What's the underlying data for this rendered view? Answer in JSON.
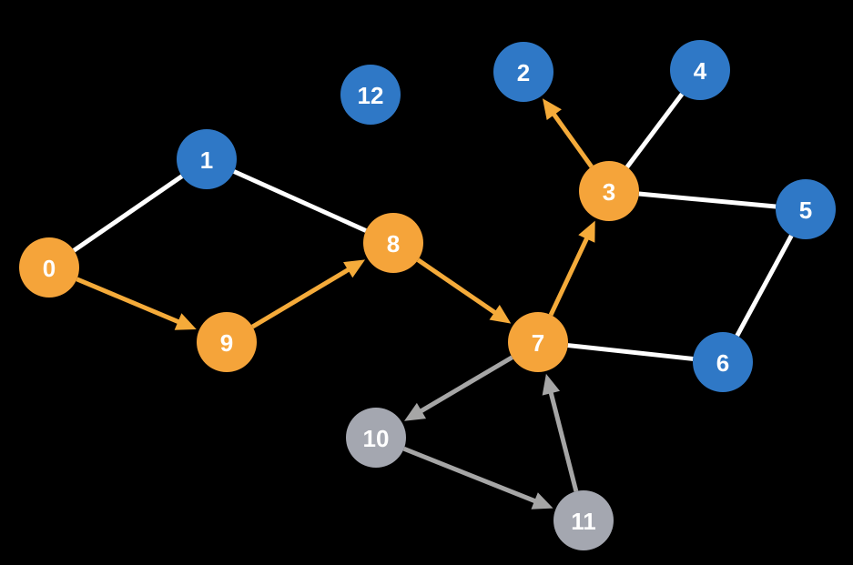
{
  "colors": {
    "background": "#000000",
    "node_blue": "#2f78c6",
    "node_orange": "#f5a43a",
    "node_gray": "#a4a7b0",
    "edge_white": "#ffffff",
    "edge_orange": "#f5ab3a",
    "edge_gray": "#a6a6a6",
    "label": "#ffffff"
  },
  "nodes": [
    {
      "id": "0",
      "label": "0",
      "color": "orange"
    },
    {
      "id": "1",
      "label": "1",
      "color": "blue"
    },
    {
      "id": "2",
      "label": "2",
      "color": "blue"
    },
    {
      "id": "3",
      "label": "3",
      "color": "orange"
    },
    {
      "id": "4",
      "label": "4",
      "color": "blue"
    },
    {
      "id": "5",
      "label": "5",
      "color": "blue"
    },
    {
      "id": "6",
      "label": "6",
      "color": "blue"
    },
    {
      "id": "7",
      "label": "7",
      "color": "orange"
    },
    {
      "id": "8",
      "label": "8",
      "color": "orange"
    },
    {
      "id": "9",
      "label": "9",
      "color": "orange"
    },
    {
      "id": "10",
      "label": "10",
      "color": "gray"
    },
    {
      "id": "11",
      "label": "11",
      "color": "gray"
    },
    {
      "id": "12",
      "label": "12",
      "color": "blue"
    }
  ],
  "edges": [
    {
      "from": "0",
      "to": "1",
      "directed": false,
      "color": "white"
    },
    {
      "from": "1",
      "to": "8",
      "directed": false,
      "color": "white"
    },
    {
      "from": "3",
      "to": "4",
      "directed": false,
      "color": "white"
    },
    {
      "from": "3",
      "to": "5",
      "directed": false,
      "color": "white"
    },
    {
      "from": "5",
      "to": "6",
      "directed": false,
      "color": "white"
    },
    {
      "from": "7",
      "to": "6",
      "directed": false,
      "color": "white"
    },
    {
      "from": "0",
      "to": "9",
      "directed": true,
      "color": "orange"
    },
    {
      "from": "9",
      "to": "8",
      "directed": true,
      "color": "orange"
    },
    {
      "from": "8",
      "to": "7",
      "directed": true,
      "color": "orange"
    },
    {
      "from": "7",
      "to": "3",
      "directed": true,
      "color": "orange"
    },
    {
      "from": "3",
      "to": "2",
      "directed": true,
      "color": "orange"
    },
    {
      "from": "7",
      "to": "10",
      "directed": true,
      "color": "gray"
    },
    {
      "from": "10",
      "to": "11",
      "directed": true,
      "color": "gray"
    },
    {
      "from": "11",
      "to": "7",
      "directed": true,
      "color": "gray"
    }
  ]
}
